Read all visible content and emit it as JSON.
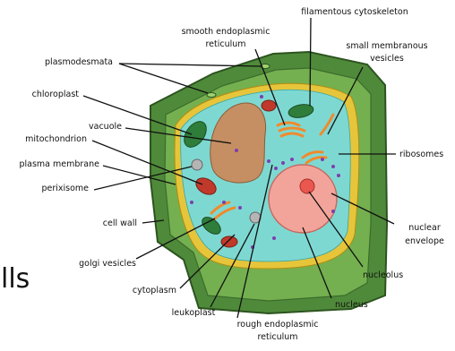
{
  "diagram": {
    "title_fragment": "lls",
    "labels": {
      "plasmodesmata": "plasmodesmata",
      "chloroplast": "chloroplast",
      "vacuole": "vacuole",
      "mitochondrion": "mitochondrion",
      "plasma_membrane": "plasma membrane",
      "perixisome": "perixisome",
      "cell_wall": "cell wall",
      "golgi_vesicles": "golgi vesicles",
      "cytoplasm": "cytoplasm",
      "leukoplast": "leukoplast",
      "rough_er_1": "rough endoplasmic",
      "rough_er_2": "reticulum",
      "nucleus": "nucleus",
      "nucleolus": "nucleolus",
      "nuclear_envelope_1": "nuclear",
      "nuclear_envelope_2": "envelope",
      "ribosomes": "ribosomes",
      "small_vesicles_1": "small membranous",
      "small_vesicles_2": "vesicles",
      "filamentous_cytoskeleton": "filamentous cytoskeleton",
      "smooth_er_1": "smooth endoplasmic",
      "smooth_er_2": "reticulum"
    },
    "colors": {
      "cell_wall_outer": "#4f8a3a",
      "cell_wall_inner": "#74b04f",
      "plasma_membrane": "#e7c53a",
      "cytoplasm": "#7ed8d2",
      "vacuole": "#c58f63",
      "nucleus": "#f2a49b",
      "nucleolus": "#e9574f",
      "chloroplast": "#2f7d3a",
      "mitochondrion": "#c0392b",
      "golgi": "#f08a2c",
      "ribosome": "#7b3fb0",
      "leader_line": "#111111"
    }
  }
}
